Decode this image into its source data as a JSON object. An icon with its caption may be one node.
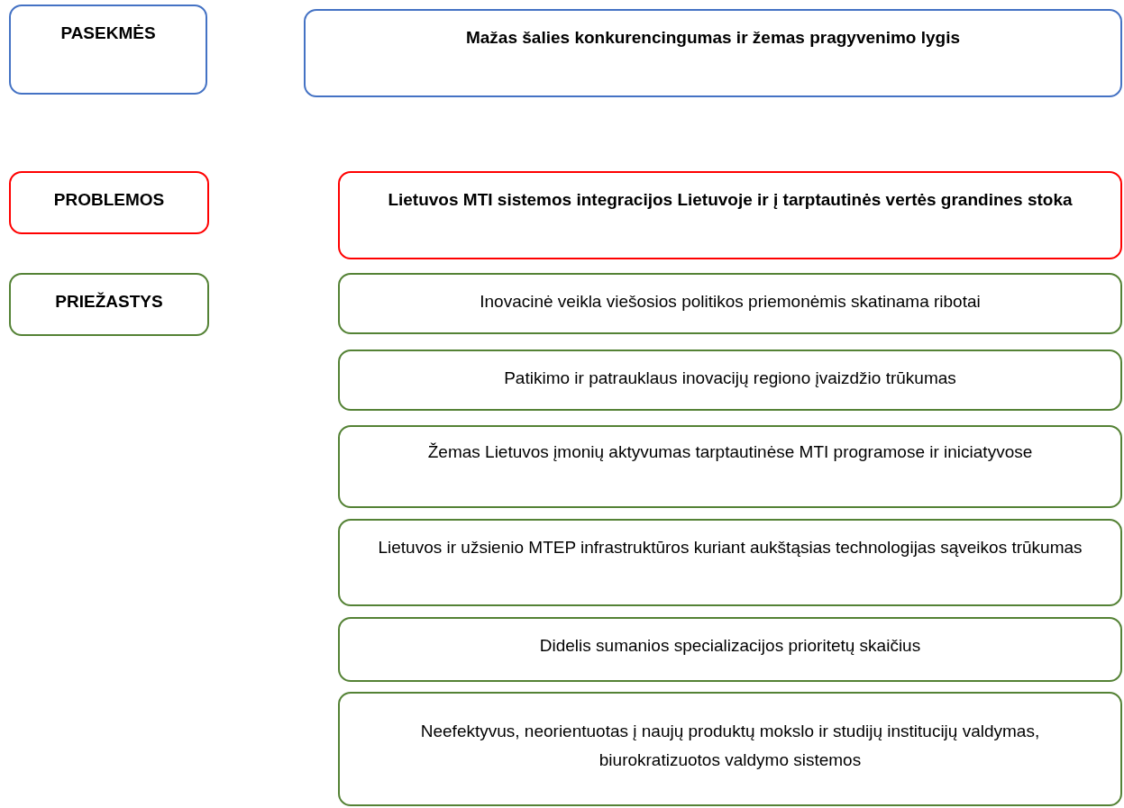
{
  "diagram": {
    "nodes": [
      {
        "text": [
          "PASEKMĖS"
        ]
      },
      {
        "text": [
          "Mažas šalies konkurencingumas ir žemas pragyvenimo lygis"
        ]
      },
      {
        "text": [
          "PROBLEMOS"
        ]
      },
      {
        "text": [
          "Lietuvos MTI sistemos integracijos Lietuvoje ir į tarptautinės vertės grandines stoka"
        ]
      },
      {
        "text": [
          "PRIEŽASTYS"
        ]
      },
      {
        "text": [
          "Inovacinė veikla viešosios politikos priemonėmis skatinama ribotai"
        ]
      },
      {
        "text": [
          "Patikimo ir patrauklaus inovacijų regiono įvaizdžio trūkumas"
        ]
      },
      {
        "text": [
          "Žemas Lietuvos įmonių aktyvumas tarptautinėse MTI programose ir iniciatyvose"
        ]
      },
      {
        "text": [
          "Lietuvos ir užsienio MTEP infrastruktūros kuriant aukštąsias technologijas sąveikos trūkumas"
        ]
      },
      {
        "text": [
          "Didelis sumanios specializacijos prioritetų skaičius"
        ]
      },
      {
        "text": [
          "Neefektyvus, neorientuotas į naujų produktų mokslo ir studijų institucijų valdymas, biurokratizuotos valdymo sistemos"
        ]
      }
    ]
  }
}
